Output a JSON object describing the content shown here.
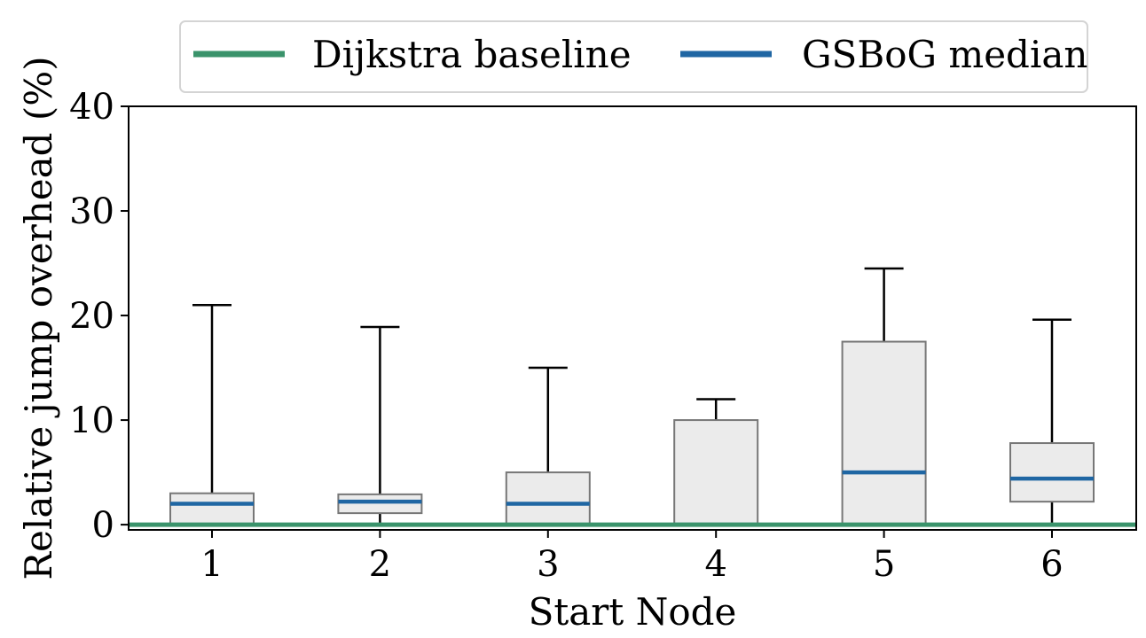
{
  "chart_data": {
    "type": "box",
    "xlabel": "Start Node",
    "ylabel": "Relative jump overhead (%)",
    "ylim": [
      -0.5,
      40
    ],
    "yticks": [
      0,
      10,
      20,
      30,
      40
    ],
    "categories": [
      "1",
      "2",
      "3",
      "4",
      "5",
      "6"
    ],
    "boxes": [
      {
        "category": "1",
        "whisker_low": 0,
        "q1": 0,
        "median": 2.0,
        "q3": 3.0,
        "whisker_high": 21.0
      },
      {
        "category": "2",
        "whisker_low": 0,
        "q1": 1.1,
        "median": 2.2,
        "q3": 2.9,
        "whisker_high": 18.9
      },
      {
        "category": "3",
        "whisker_low": 0,
        "q1": 0,
        "median": 2.0,
        "q3": 5.0,
        "whisker_high": 15.0
      },
      {
        "category": "4",
        "whisker_low": 0,
        "q1": 0,
        "median": 0.0,
        "q3": 10.0,
        "whisker_high": 12.0
      },
      {
        "category": "5",
        "whisker_low": 0,
        "q1": 0,
        "median": 5.0,
        "q3": 17.5,
        "whisker_high": 24.5
      },
      {
        "category": "6",
        "whisker_low": 0,
        "q1": 2.2,
        "median": 4.4,
        "q3": 7.8,
        "whisker_high": 19.6
      }
    ],
    "baseline": {
      "value": 0
    },
    "legend": {
      "placement": "top-center",
      "entries": [
        {
          "label": "Dijkstra baseline",
          "color": "#3a936b"
        },
        {
          "label": "GSBoG median",
          "color": "#1f66a3"
        }
      ]
    },
    "colors": {
      "box_fill": "#ebebeb",
      "box_edge": "#777777",
      "whisker": "#000000"
    },
    "grid": false
  }
}
